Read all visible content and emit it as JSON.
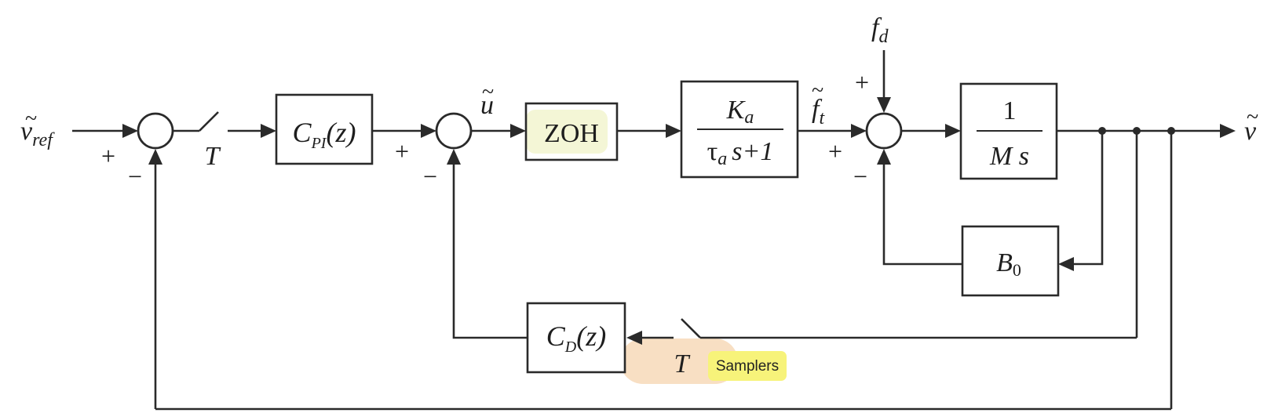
{
  "signals": {
    "input": "v",
    "input_sub": "ref",
    "output": "v",
    "control": "u",
    "thrust": "f",
    "thrust_sub": "t",
    "disturbance": "f",
    "disturbance_sub": "d",
    "tilde": "~"
  },
  "samplers": {
    "forward_label": "T",
    "feedback_label": "T",
    "annotation": "Samplers",
    "highlight_color": "#f7d9b8",
    "badge_color": "#f7f37a"
  },
  "blocks": {
    "pi": {
      "main": "C",
      "sub": "PI",
      "arg": "(z)"
    },
    "zoh": {
      "label": "ZOH",
      "highlight_color": "#f4f6d6"
    },
    "actuator": {
      "num_main": "K",
      "num_sub": "a",
      "den_tau": "τ",
      "den_sub": "a",
      "den_rest": "s+1"
    },
    "plant": {
      "num": "1",
      "den": "M s"
    },
    "damping": {
      "main": "B",
      "sub": "0"
    },
    "derivative": {
      "main": "C",
      "sub": "D",
      "arg": "(z)"
    }
  },
  "signs": {
    "plus": "+",
    "minus": "−"
  }
}
